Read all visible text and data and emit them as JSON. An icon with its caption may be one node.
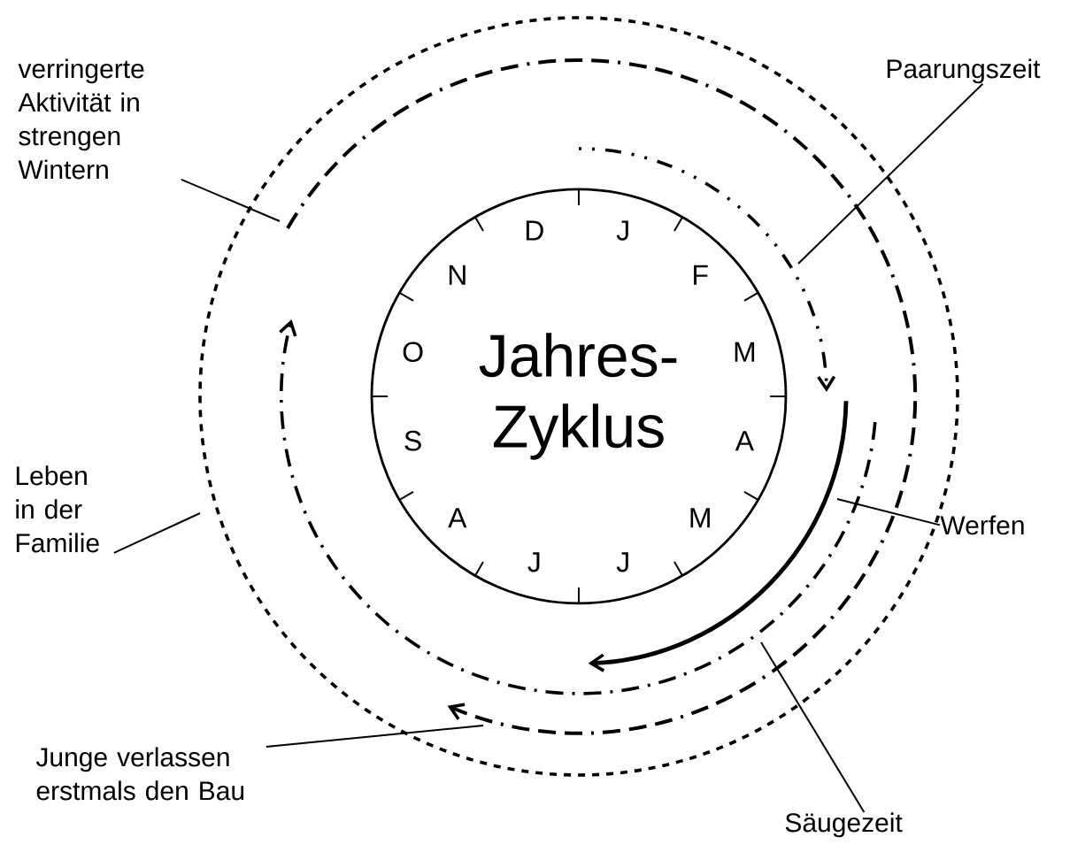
{
  "diagram": {
    "nodes": [
      {
        "text": [
          "Jahres-Zyklus"
        ]
      },
      {
        "text": [
          "verringerte Aktivität in strengen Wintern"
        ]
      },
      {
        "text": [
          "Paarungszeit"
        ]
      },
      {
        "text": [
          "Leben in der Familie"
        ]
      },
      {
        "text": [
          "Werfen"
        ]
      },
      {
        "text": [
          "Säugezeit"
        ]
      },
      {
        "text": [
          "Junge verlassen erstmals den Bau"
        ]
      }
    ],
    "edges": [
      {
        "from": 1,
        "to": null,
        "arrow": "none"
      },
      {
        "from": 2,
        "to": null,
        "arrow": "none"
      },
      {
        "from": 3,
        "to": null,
        "arrow": "none"
      },
      {
        "from": 4,
        "to": null,
        "arrow": "none"
      },
      {
        "from": 5,
        "to": null,
        "arrow": "none"
      },
      {
        "from": 6,
        "to": null,
        "arrow": "none"
      }
    ],
    "labels": [
      "J",
      "F",
      "M",
      "A",
      "M",
      "J",
      "J",
      "A",
      "S",
      "O",
      "N",
      "D"
    ]
  }
}
